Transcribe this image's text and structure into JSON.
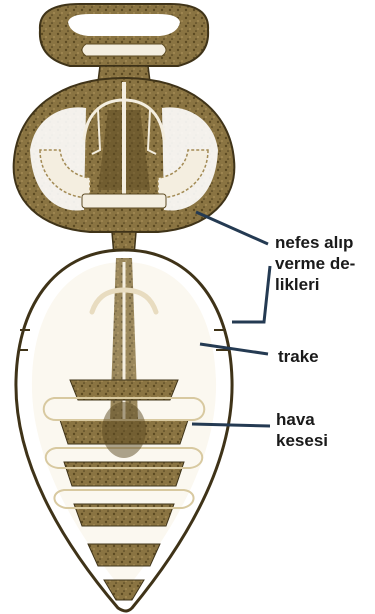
{
  "labels": {
    "spiracles": "nefes alıp\nverme de-\nlikleri",
    "trachea": "trake",
    "air_sac": "hava\nkesesi"
  },
  "colors": {
    "body_fill": "#8a7442",
    "body_dark": "#5c4a22",
    "body_light": "#ffffff",
    "outline": "#3f3318",
    "trachea_fill": "#f4eee0",
    "leader_line": "#243a52",
    "label_text": "#1a1a1a"
  }
}
